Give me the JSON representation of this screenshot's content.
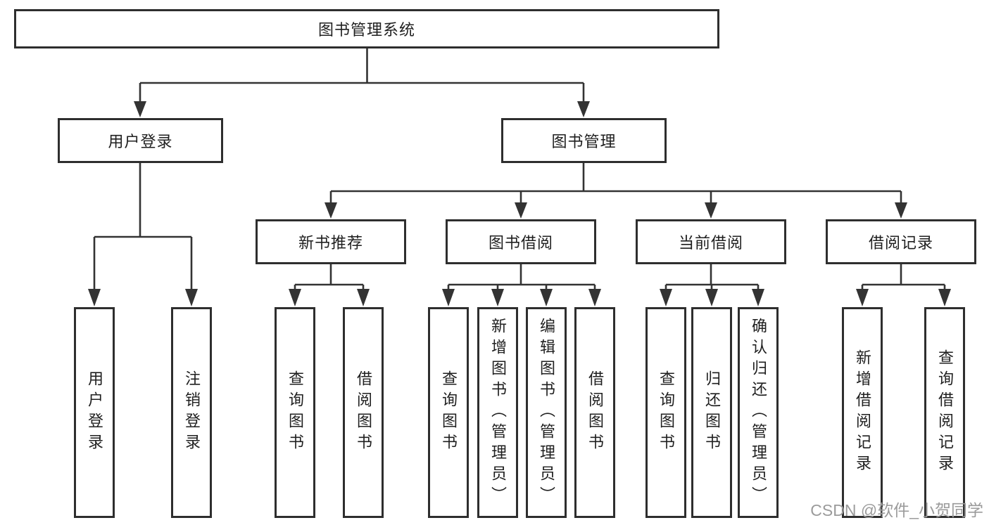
{
  "tree": {
    "root": "图书管理系统",
    "branches": [
      {
        "label": "用户登录",
        "children": [
          "用户登录",
          "注销登录"
        ]
      },
      {
        "label": "图书管理",
        "groups": [
          {
            "label": "新书推荐",
            "children": [
              "查询图书",
              "借阅图书"
            ]
          },
          {
            "label": "图书借阅",
            "children": [
              "查询图书",
              "新增图书（管理员）",
              "编辑图书（管理员）",
              "借阅图书"
            ]
          },
          {
            "label": "当前借阅",
            "children": [
              "查询图书",
              "归还图书",
              "确认归还（管理员）"
            ]
          },
          {
            "label": "借阅记录",
            "children": [
              "新增借阅记录",
              "查询借阅记录"
            ]
          }
        ]
      }
    ]
  },
  "watermark": "CSDN @软件_小贺同学",
  "colors": {
    "line": "#333333",
    "border": "#2e2e2e",
    "text": "#1f1f1f",
    "watermark": "#9b9b9b",
    "bg": "#ffffff"
  }
}
